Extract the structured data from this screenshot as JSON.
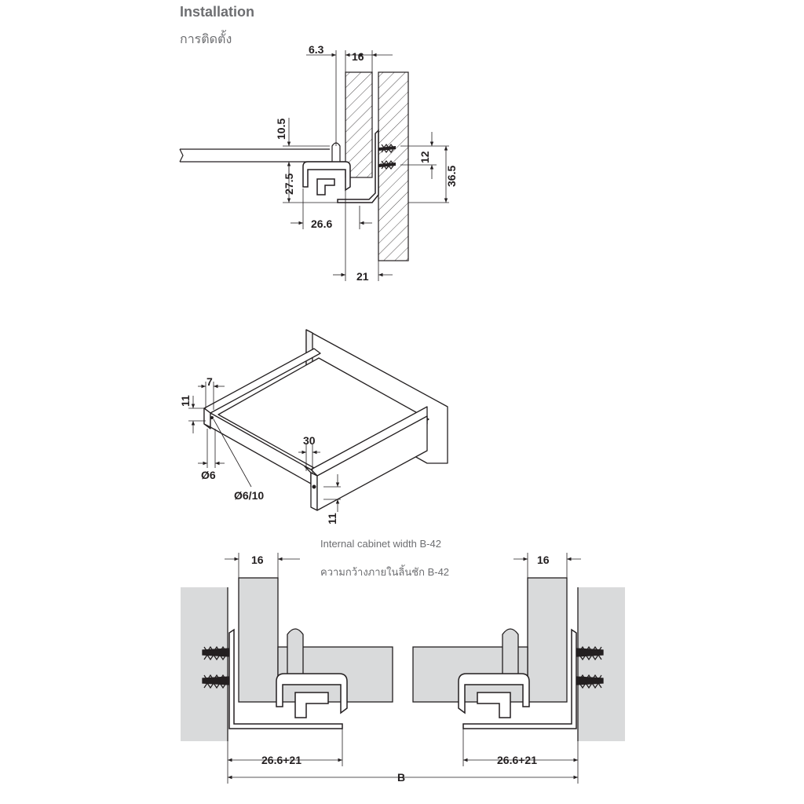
{
  "header": {
    "title": "Installation",
    "subtitle": "การติดตั้ง"
  },
  "section_view": {
    "dims": {
      "d_6_3": "6.3",
      "d_16": "16",
      "d_10_5": "10.5",
      "d_12": "12",
      "d_36_5": "36.5",
      "d_27_5": "27.5",
      "d_26_6": "26.6",
      "d_21": "21"
    }
  },
  "iso_view": {
    "dims": {
      "d_7": "7",
      "d_11_top": "11",
      "d_6": "Ø6",
      "d_6_10": "Ø6/10",
      "d_30": "30",
      "d_11_bottom": "11"
    }
  },
  "front_view": {
    "note_en": "Internal cabinet width B-42",
    "note_th": "ความกว้างภายในลิ้นชัก B-42",
    "dims": {
      "left_16": "16",
      "right_16": "16",
      "left_span": "26.6+21",
      "right_span": "26.6+21",
      "total": "B"
    }
  },
  "colors": {
    "line": "#231f20",
    "panel_fill": "#d9dadb",
    "text_grey": "#6d6e71"
  }
}
